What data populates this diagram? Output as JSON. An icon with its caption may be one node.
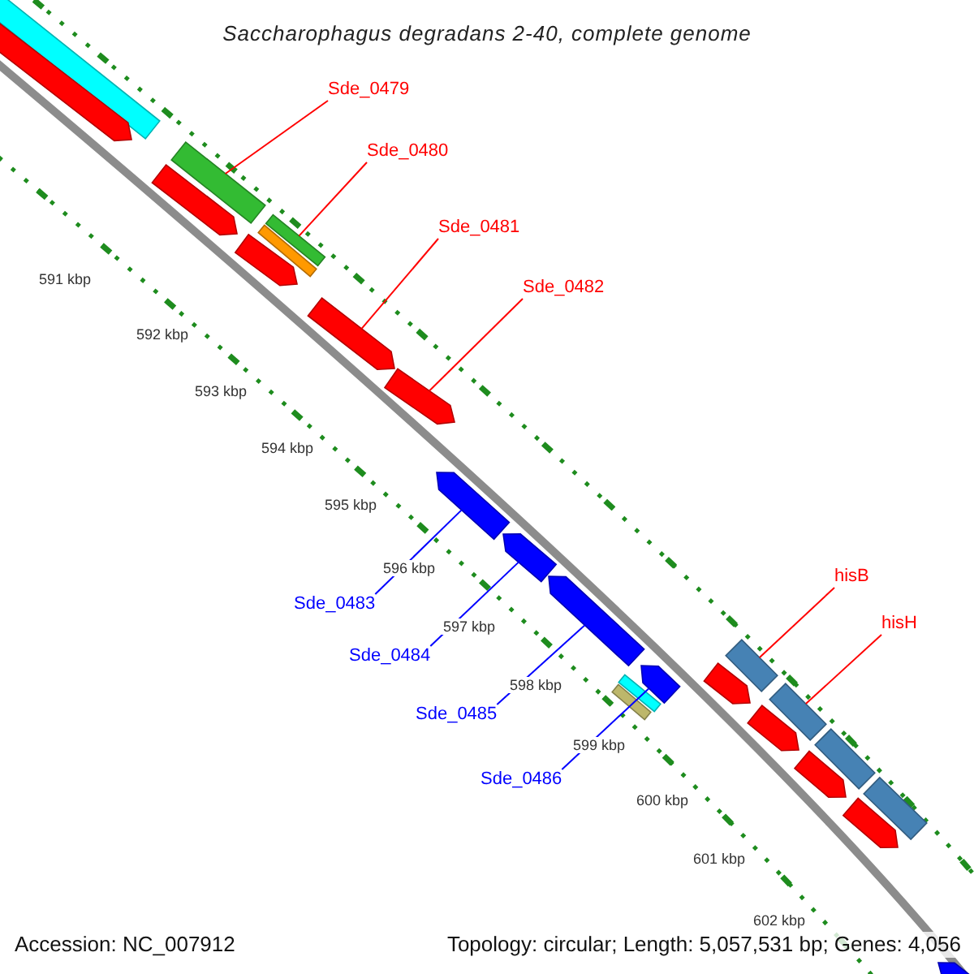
{
  "diagram": {
    "title": "Saccharophagus degradans 2-40, complete genome",
    "nodes": [
      {
        "text": [
          "Sde_0479"
        ]
      },
      {
        "text": [],
        "shape": "bar"
      },
      {
        "text": [
          "Sde_0480"
        ]
      },
      {
        "text": [],
        "shape": "bar"
      },
      {
        "text": [
          "Sde_0481"
        ]
      },
      {
        "text": [],
        "shape": "arrow"
      },
      {
        "text": [
          "Sde_0482"
        ]
      },
      {
        "text": [],
        "shape": "arrow"
      },
      {
        "text": [
          "Sde_0483"
        ]
      },
      {
        "text": [],
        "shape": "arrow"
      },
      {
        "text": [
          "Sde_0484"
        ]
      },
      {
        "text": [],
        "shape": "arrow"
      },
      {
        "text": [
          "Sde_0485"
        ]
      },
      {
        "text": [],
        "shape": "arrow"
      },
      {
        "text": [
          "Sde_0486"
        ]
      },
      {
        "text": [],
        "shape": "arrow"
      },
      {
        "text": [
          "hisB"
        ]
      },
      {
        "text": [],
        "shape": "bar"
      },
      {
        "text": [
          "hisH"
        ]
      },
      {
        "text": [],
        "shape": "bar"
      },
      {
        "text": [],
        "shape": "bar"
      },
      {
        "text": [],
        "shape": "arrow"
      },
      {
        "text": [],
        "shape": "arrow"
      },
      {
        "text": [],
        "shape": "arrow"
      },
      {
        "text": [],
        "shape": "bar"
      },
      {
        "text": [],
        "shape": "bar"
      },
      {
        "text": [],
        "shape": "bar"
      },
      {
        "text": [],
        "shape": "bar"
      },
      {
        "text": [],
        "shape": "bar"
      },
      {
        "text": [],
        "shape": "arrow"
      },
      {
        "text": [],
        "shape": "arrow"
      },
      {
        "text": [],
        "shape": "arrow"
      },
      {
        "text": [],
        "shape": "arrow"
      },
      {
        "text": [],
        "shape": "arrow"
      }
    ],
    "edges": [
      {
        "from": 0,
        "to": 1,
        "arrow": "none"
      },
      {
        "from": 2,
        "to": 3,
        "arrow": "none"
      },
      {
        "from": 4,
        "to": 5,
        "arrow": "none"
      },
      {
        "from": 6,
        "to": 7,
        "arrow": "none"
      },
      {
        "from": 8,
        "to": 9,
        "arrow": "none",
        "color": "#0000ff"
      },
      {
        "from": 10,
        "to": 11,
        "arrow": "none",
        "color": "#0000ff"
      },
      {
        "from": 12,
        "to": 13,
        "arrow": "none",
        "color": "#0000ff"
      },
      {
        "from": 14,
        "to": 15,
        "arrow": "none",
        "color": "#0000ff"
      },
      {
        "from": 16,
        "to": 17,
        "arrow": "none"
      },
      {
        "from": 18,
        "to": 19,
        "arrow": "none"
      }
    ],
    "labels": [
      "591 kbp",
      "592 kbp",
      "593 kbp",
      "594 kbp",
      "595 kbp",
      "596 kbp",
      "597 kbp",
      "598 kbp",
      "599 kbp",
      "600 kbp",
      "601 kbp",
      "602 kbp",
      "Accession: NC_007912",
      "Topology: circular; Length: 5,057,531 bp; Genes: 4,056"
    ]
  }
}
